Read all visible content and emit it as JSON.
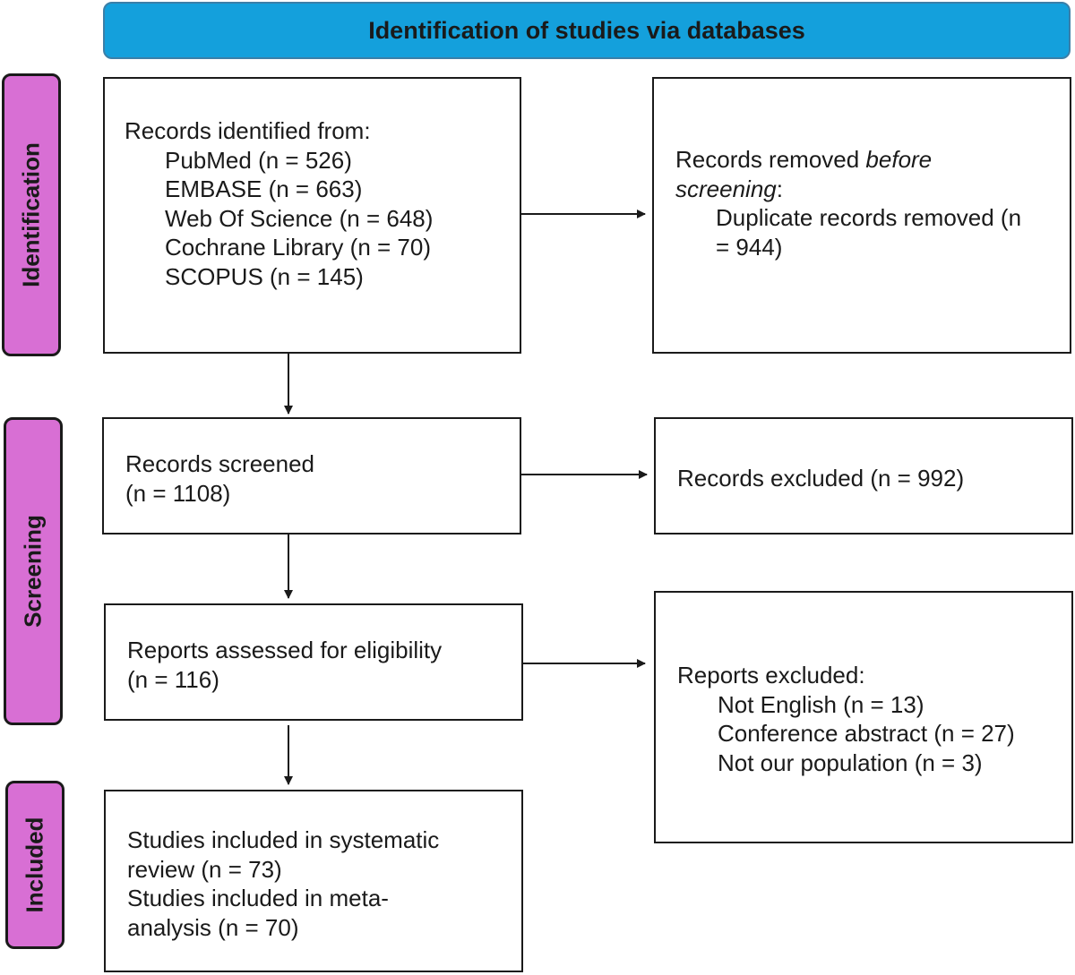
{
  "colors": {
    "banner_fill": "#14a0dc",
    "stage_fill": "#d86fd4",
    "border": "#1a1a1a"
  },
  "banner": {
    "title": "Identification of studies via databases"
  },
  "stages": {
    "identification": "Identification",
    "screening": "Screening",
    "included": "Included"
  },
  "records_identified": {
    "heading": "Records identified from:",
    "sources": [
      "PubMed (n = 526)",
      "EMBASE (n = 663)",
      "Web Of Science (n = 648)",
      "Cochrane Library (n = 70)",
      "SCOPUS (n = 145)"
    ]
  },
  "records_removed": {
    "heading_plain": "Records removed ",
    "heading_italic_1": "before",
    "heading_italic_2": "screening",
    "heading_colon": ":",
    "detail_line_1": "Duplicate records removed (n",
    "detail_line_2": "= 944)"
  },
  "records_screened": {
    "line_1": "Records screened",
    "line_2": "(n = 1108)"
  },
  "records_excluded": {
    "text": "Records excluded (n = 992)"
  },
  "reports_assessed": {
    "line_1": "Reports assessed for eligibility",
    "line_2": "(n = 116)"
  },
  "reports_excluded": {
    "heading": "Reports excluded:",
    "reasons": [
      "Not English (n = 13)",
      "Conference abstract (n = 27)",
      "Not our population (n = 3)"
    ]
  },
  "studies_included": {
    "line_1": "Studies included in systematic",
    "line_2": "review (n = 73)",
    "line_3": "Studies included in meta-",
    "line_4": "analysis (n = 70)"
  }
}
